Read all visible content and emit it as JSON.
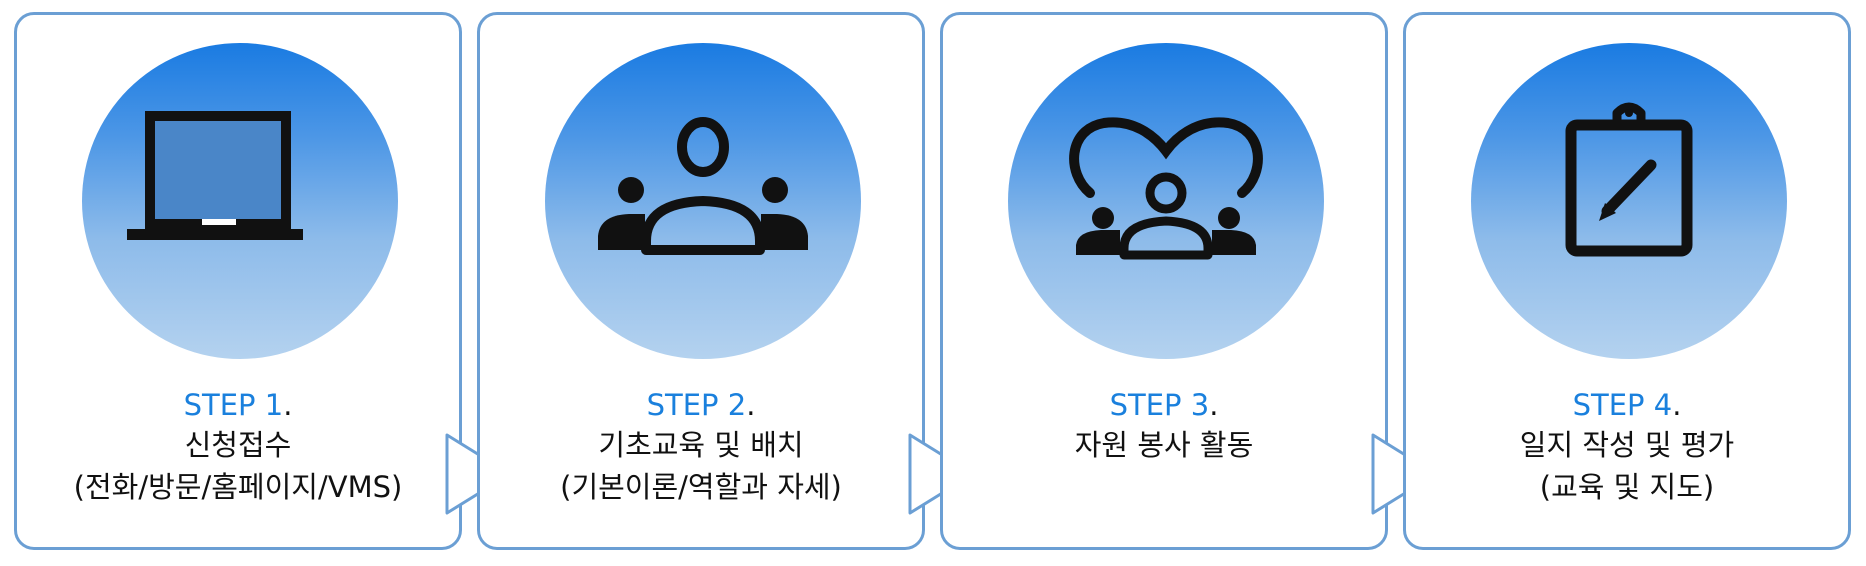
{
  "steps": [
    {
      "step": "STEP 1",
      "dot": ".",
      "line1": "신청접수",
      "line2": "(전화/방문/홈페이지/VMS)",
      "icon": "laptop-icon"
    },
    {
      "step": "STEP 2",
      "dot": ".",
      "line1": "기초교육 및 배치",
      "line2": "(기본이론/역할과 자세)",
      "icon": "people-group-icon"
    },
    {
      "step": "STEP 3",
      "dot": ".",
      "line1": "자원 봉사 활동",
      "line2": "",
      "icon": "heart-people-icon"
    },
    {
      "step": "STEP 4",
      "dot": ".",
      "line1": "일지 작성 및 평가",
      "line2": "(교육 및 지도)",
      "icon": "clipboard-pencil-icon"
    }
  ],
  "colors": {
    "border": "#6b9fd4",
    "step_accent": "#1a80dd",
    "circle_top": "#1a7be2",
    "circle_bottom": "#b4d2ef"
  }
}
